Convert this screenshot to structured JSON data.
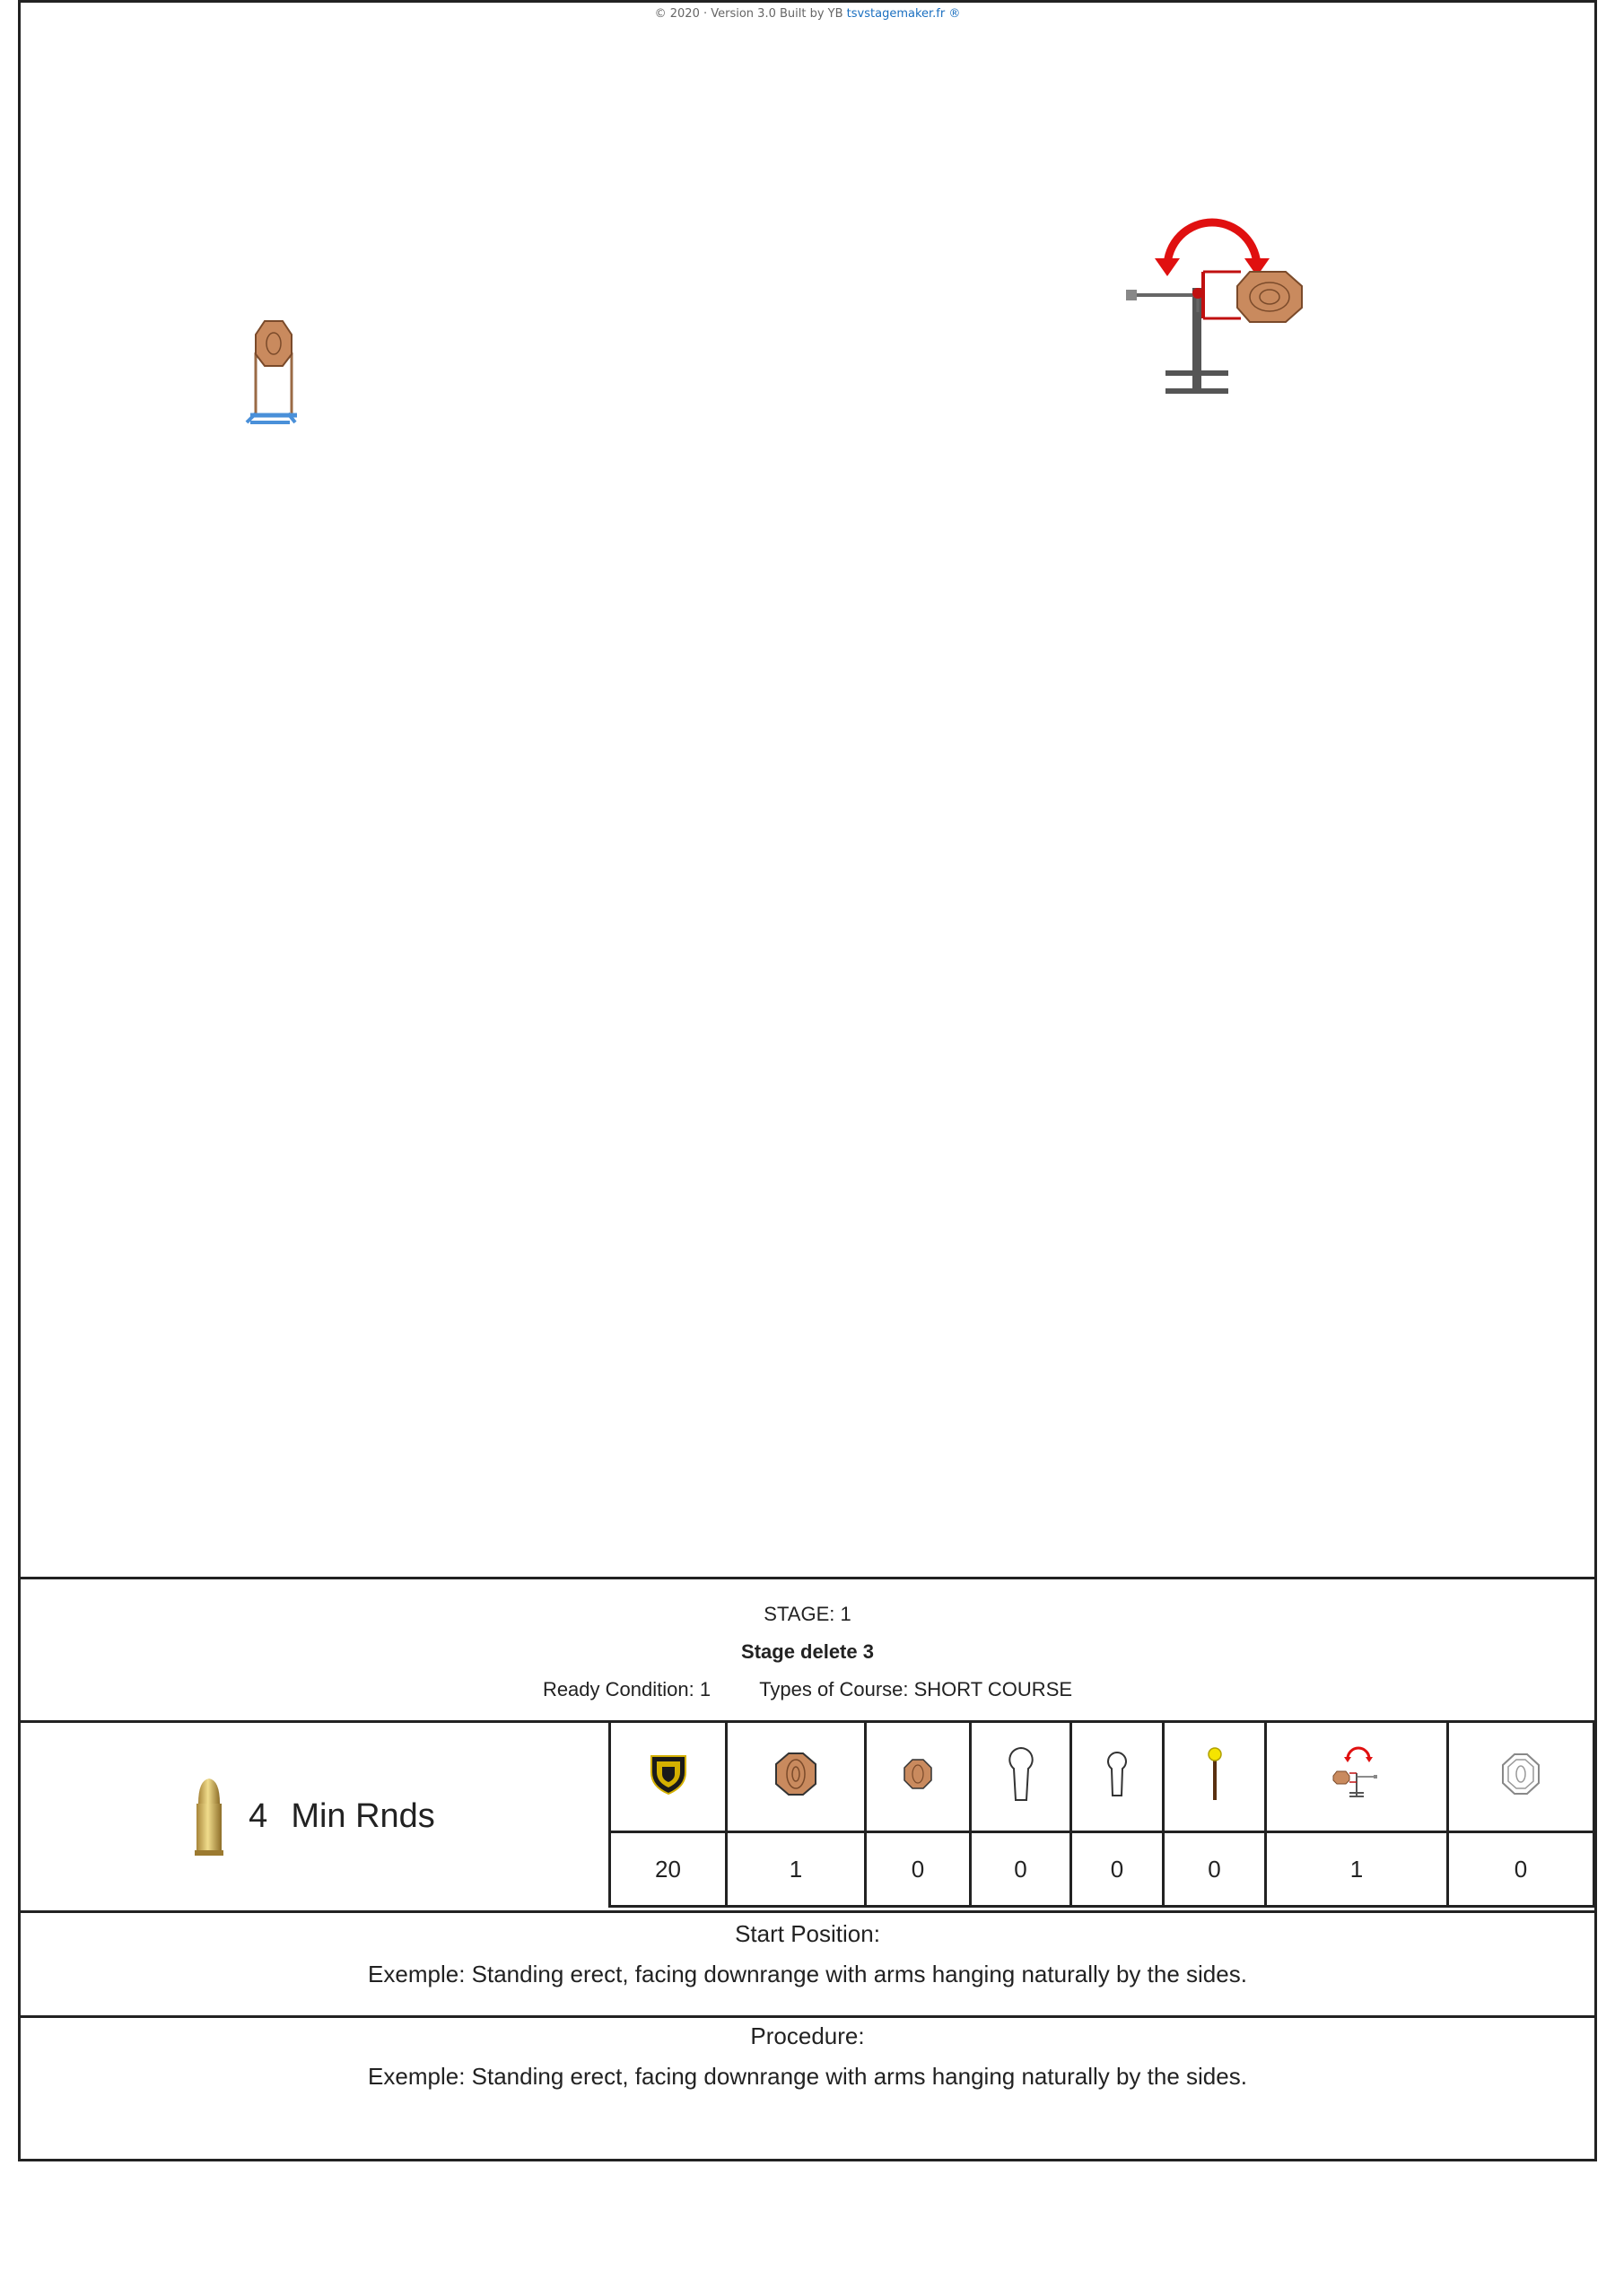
{
  "footer": {
    "copyright_text": "© 2020 · Version 3.0 Built by YB ",
    "site_text": "tsvstagemaker.fr ®"
  },
  "stage": {
    "number_label": "STAGE: 1",
    "name": "Stage delete 3",
    "ready_condition": "Ready Condition: 1",
    "course_type": "Types of Course: SHORT COURSE"
  },
  "rounds": {
    "count": "4",
    "label": "Min Rnds",
    "icon": "bullet-icon"
  },
  "targets": [
    {
      "icon": "shield-target-icon",
      "count": "20"
    },
    {
      "icon": "steel-plate-large-icon",
      "count": "1"
    },
    {
      "icon": "steel-plate-small-icon",
      "count": "0"
    },
    {
      "icon": "popper-large-icon",
      "count": "0"
    },
    {
      "icon": "popper-small-icon",
      "count": "0"
    },
    {
      "icon": "activator-icon",
      "count": "0"
    },
    {
      "icon": "swinger-target-icon",
      "count": "1"
    },
    {
      "icon": "no-shoot-plate-icon",
      "count": "0"
    }
  ],
  "start_position": {
    "title": "Start Position:",
    "text": "Exemple: Standing erect, facing downrange with arms hanging naturally by the sides."
  },
  "procedure": {
    "title": "Procedure:",
    "text": "Exemple: Standing erect, facing downrange with arms hanging naturally by the sides."
  },
  "colors": {
    "steel": "#c98a5e",
    "steel_stroke": "#7a4a2a",
    "stand_blue": "#4a90d9",
    "swing_arrow": "#e01010",
    "frame_dark": "#444444"
  }
}
